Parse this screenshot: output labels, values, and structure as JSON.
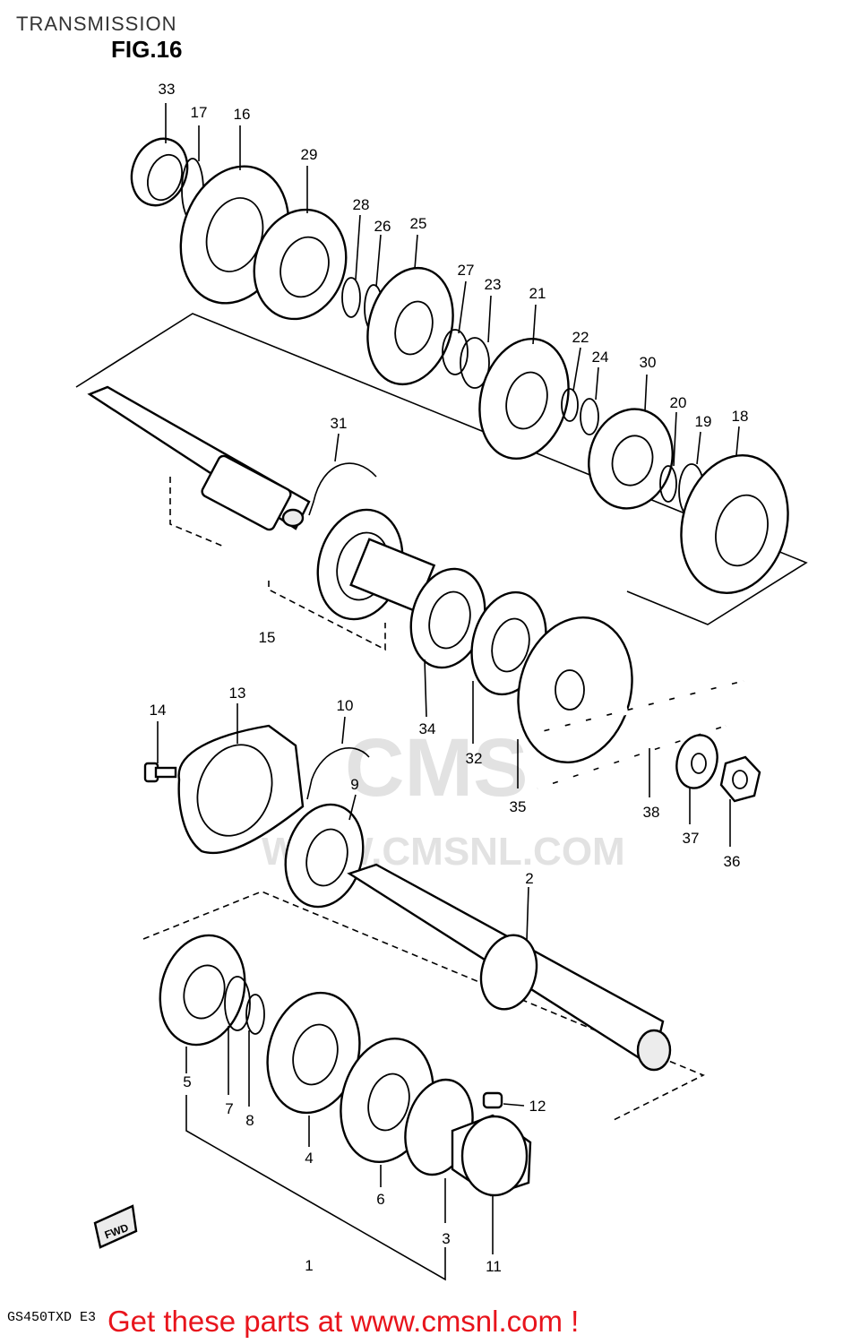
{
  "header": {
    "title": "TRANSMISSION",
    "figure": "FIG.16"
  },
  "footer": {
    "model": "GS450TXD E3",
    "banner": "Get these parts at www.cmsnl.com !"
  },
  "watermark": {
    "brand": "CMS",
    "url": "WWW.CMSNL.COM"
  },
  "fwd_marker": "FWD",
  "callouts": [
    "33",
    "17",
    "16",
    "29",
    "28",
    "26",
    "25",
    "27",
    "23",
    "21",
    "22",
    "24",
    "30",
    "20",
    "19",
    "18",
    "31",
    "15",
    "34",
    "32",
    "35",
    "38",
    "37",
    "36",
    "14",
    "13",
    "10",
    "9",
    "2",
    "5",
    "7",
    "8",
    "4",
    "6",
    "3",
    "12",
    "11",
    "1"
  ]
}
